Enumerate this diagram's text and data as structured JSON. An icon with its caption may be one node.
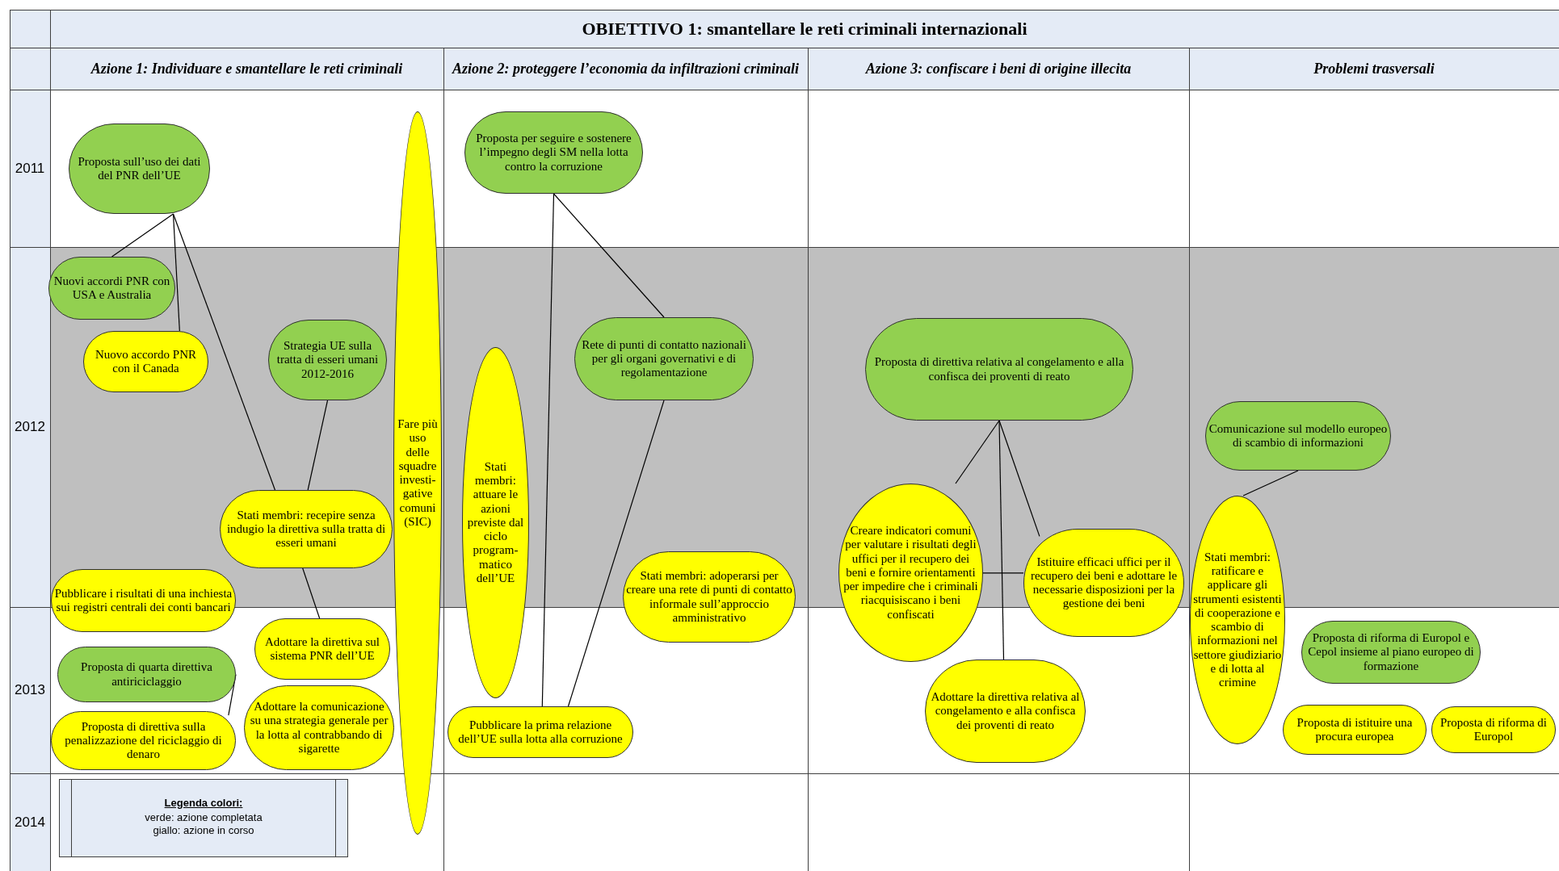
{
  "diagram": {
    "title": "OBIETTIVO 1: smantellare le reti criminali internazionali",
    "nodes": [
      {
        "text": [
          "Proposta sull’uso dei dati del PNR dell’UE"
        ]
      },
      {
        "text": [
          "Nuovi accordi PNR con USA e Australia"
        ]
      },
      {
        "text": [
          "Nuovo accordo PNR con il Canada"
        ]
      },
      {
        "text": [
          "Strategia UE sulla tratta di esseri umani 2012-2016"
        ]
      },
      {
        "text": [
          "Fare più uso delle squadre investi- gative comuni (SIC)"
        ]
      },
      {
        "text": [
          "Stati membri: recepire senza indugio la direttiva sulla tratta di esseri umani"
        ]
      },
      {
        "text": [
          "Pubblicare i risultati di una inchiesta sui registri centrali dei conti bancari"
        ]
      },
      {
        "text": [
          "Adottare la direttiva sul sistema PNR dell’UE"
        ]
      },
      {
        "text": [
          "Proposta di quarta direttiva antiriciclaggio"
        ]
      },
      {
        "text": [
          "Proposta di direttiva sulla penalizzazione del riciclaggio di denaro"
        ]
      },
      {
        "text": [
          "Adottare la comunicazione su una strategia generale per la lotta al contrabbando di sigarette"
        ]
      },
      {
        "text": [
          "Proposta per seguire e sostenere l’impegno degli SM nella lotta contro la corruzione"
        ]
      },
      {
        "text": [
          "Rete di punti di contatto nazionali per gli organi governativi e di regolamentazione"
        ]
      },
      {
        "text": [
          "Stati membri: attuare le azioni previste dal ciclo program- matico dell’UE"
        ]
      },
      {
        "text": [
          "Stati membri: adoperarsi per creare una rete di punti di contatto informale sull’approccio amministrativo"
        ]
      },
      {
        "text": [
          "Pubblicare la prima relazione dell’UE sulla lotta alla corruzione"
        ]
      },
      {
        "text": [
          "Proposta di direttiva relativa al congelamento e alla confisca dei proventi di reato"
        ]
      },
      {
        "text": [
          "Creare indicatori comuni per valutare i risultati degli uffici per il recupero dei beni e fornire orientamenti per impedire che i criminali riacquisiscano i beni confiscati"
        ]
      },
      {
        "text": [
          "Istituire efficaci uffici per il recupero dei beni e adottare le necessarie disposizioni per la gestione dei beni"
        ]
      },
      {
        "text": [
          "Adottare la direttiva relativa al congelamento e alla confisca dei proventi di reato"
        ]
      },
      {
        "text": [
          "Comunicazione sul modello europeo di scambio di informazioni"
        ]
      },
      {
        "text": [
          "Stati membri: ratificare e applicare gli strumenti esistenti di cooperazione e scambio di informazioni nel settore giudiziario e di lotta al crimine"
        ]
      },
      {
        "text": [
          "Proposta di riforma di Europol e Cepol insieme al piano europeo di formazione"
        ]
      },
      {
        "text": [
          "Proposta di istituire una procura europea"
        ]
      },
      {
        "text": [
          "Proposta di riforma di Europol"
        ]
      }
    ],
    "edges": [
      {
        "from": 0,
        "to": 1,
        "arrow": "none"
      },
      {
        "from": 0,
        "to": 2,
        "arrow": "none"
      },
      {
        "from": 0,
        "to": 5,
        "arrow": "none"
      },
      {
        "from": 3,
        "to": 5,
        "arrow": "none"
      },
      {
        "from": 5,
        "to": 7,
        "arrow": "none"
      },
      {
        "from": 8,
        "to": 9,
        "arrow": "none"
      },
      {
        "from": 11,
        "to": 15,
        "arrow": "none"
      },
      {
        "from": 11,
        "to": 12,
        "arrow": "none"
      },
      {
        "from": 12,
        "to": 15,
        "arrow": "none"
      },
      {
        "from": 16,
        "to": 17,
        "arrow": "none"
      },
      {
        "from": 16,
        "to": 19,
        "arrow": "none"
      },
      {
        "from": 16,
        "to": 18,
        "arrow": "none"
      },
      {
        "from": 17,
        "to": 18,
        "arrow": "none"
      },
      {
        "from": 20,
        "to": 21,
        "arrow": "none"
      }
    ],
    "labels": [
      "Azione 1: Individuare e smantellare le reti criminali",
      "Azione 2: proteggere l’economia da infiltrazioni criminali",
      "Azione 3: confiscare i beni di origine illecita",
      "Problemi trasversali",
      "2011",
      "2012",
      "2013",
      "2014",
      "Legenda colori:",
      "verde: azione completata",
      "giallo: azione in corso"
    ]
  }
}
